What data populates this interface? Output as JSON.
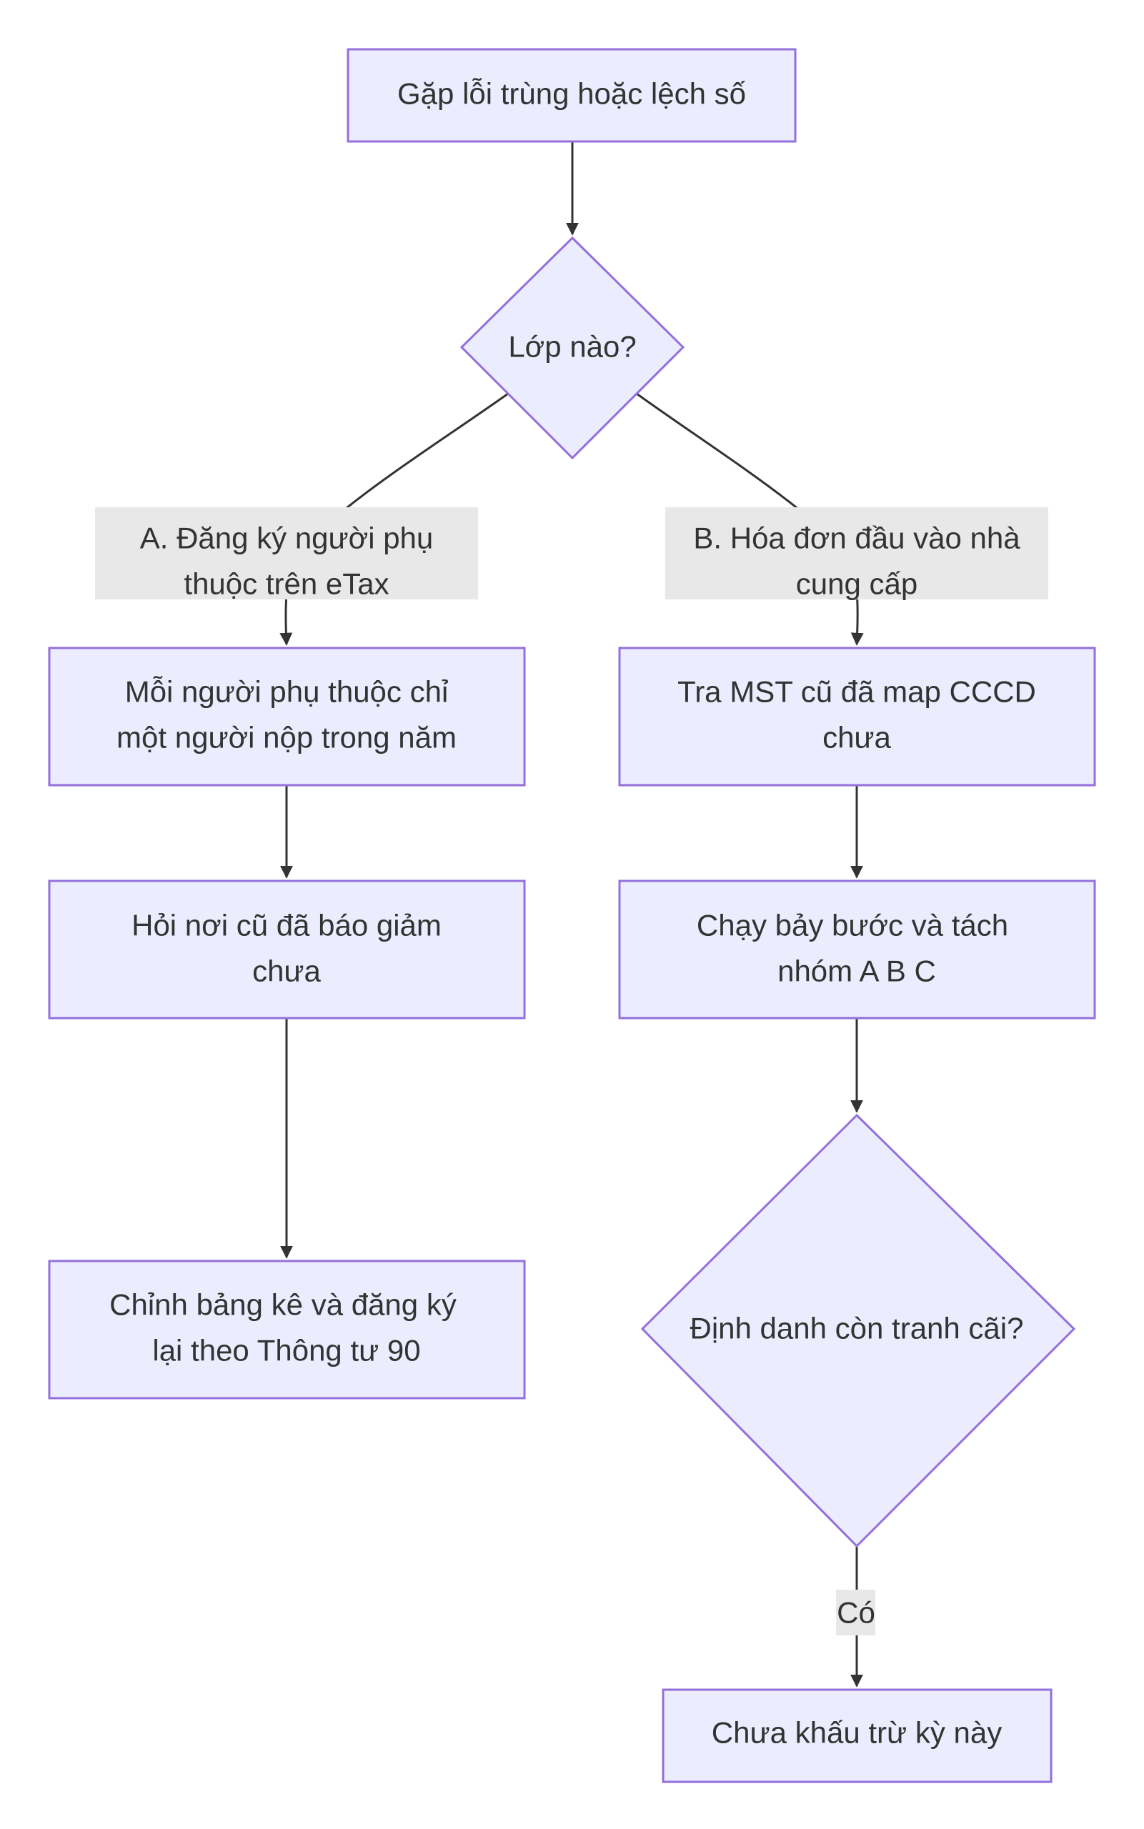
{
  "diagram": {
    "type": "flowchart",
    "colors": {
      "node_fill": "#ECECFF",
      "node_stroke": "#9370DB",
      "edge": "#333333",
      "label_bg": "#E8E8E8",
      "text": "#333333"
    },
    "nodes": {
      "start": {
        "line1": "Gặp lỗi trùng hoặc lệch số"
      },
      "decision_layer": {
        "line1": "Lớp nào?"
      },
      "a1": {
        "line1": "Mỗi người phụ thuộc chỉ",
        "line2": "một người nộp trong năm"
      },
      "a2": {
        "line1": "Hỏi nơi cũ đã báo giảm",
        "line2": "chưa"
      },
      "a3": {
        "line1": "Chỉnh bảng kê và đăng ký",
        "line2": "lại theo Thông tư 90"
      },
      "b1": {
        "line1": "Tra MST cũ đã map CCCD",
        "line2": "chưa"
      },
      "b2": {
        "line1": "Chạy bảy bước và tách",
        "line2": "nhóm A B C"
      },
      "decision_identity": {
        "line1": "Định danh còn tranh cãi?"
      },
      "b3": {
        "line1": "Chưa khấu trừ kỳ này"
      }
    },
    "edge_labels": {
      "branch_a": {
        "line1": "A. Đăng ký người phụ",
        "line2": "thuộc trên eTax"
      },
      "branch_b": {
        "line1": "B. Hóa đơn đầu vào nhà",
        "line2": "cung cấp"
      },
      "yes": "Có"
    }
  }
}
